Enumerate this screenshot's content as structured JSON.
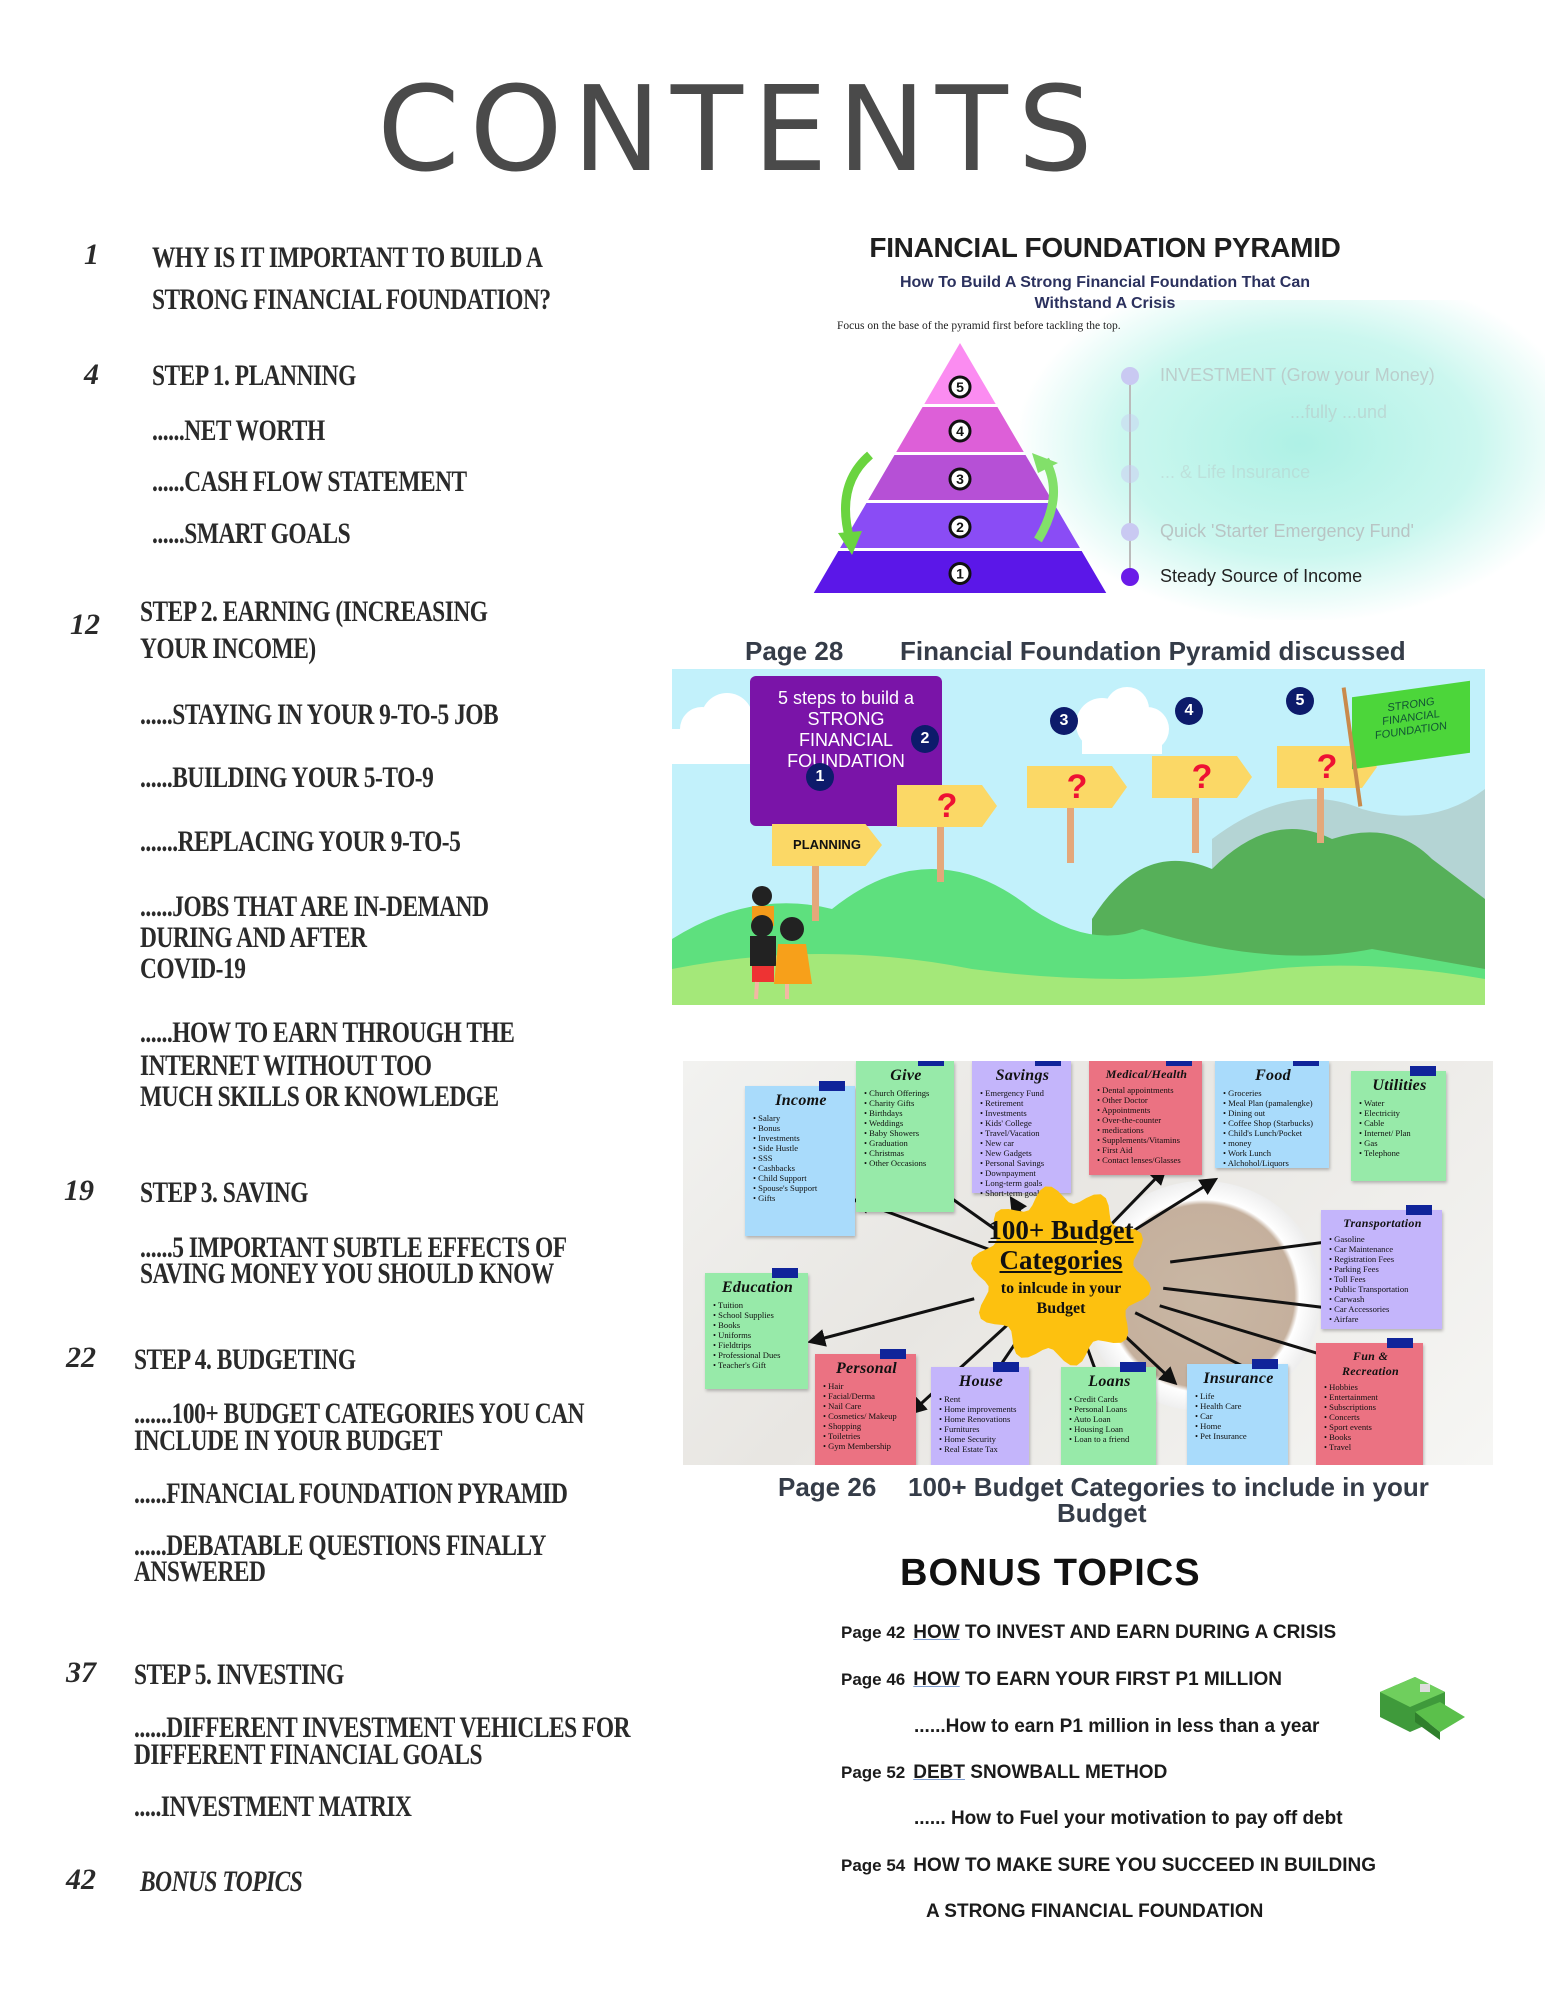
{
  "title": "CONTENTS",
  "toc": [
    {
      "page": "1",
      "lines": [
        "WHY IS IT IMPORTANT TO BUILD A",
        "STRONG FINANCIAL FOUNDATION?"
      ],
      "subs": []
    },
    {
      "page": "4",
      "lines": [
        "STEP 1. PLANNING"
      ],
      "subs": [
        [
          "......NET WORTH"
        ],
        [
          "......CASH FLOW STATEMENT"
        ],
        [
          "......SMART GOALS"
        ]
      ]
    },
    {
      "page": "12",
      "lines": [
        "STEP 2. EARNING  (INCREASING",
        "YOUR INCOME)"
      ],
      "subs": [
        [
          "......STAYING IN YOUR 9-TO-5 JOB"
        ],
        [
          "......BUILDING YOUR 5-TO-9"
        ],
        [
          ".......REPLACING YOUR 9-TO-5"
        ],
        [
          "......JOBS THAT ARE IN-DEMAND",
          "DURING AND AFTER",
          "COVID-19"
        ],
        [
          "......HOW TO EARN THROUGH THE",
          "INTERNET WITHOUT TOO",
          "MUCH SKILLS OR KNOWLEDGE"
        ]
      ]
    },
    {
      "page": "19",
      "lines": [
        "STEP 3. SAVING"
      ],
      "subs": [
        [
          "......5 IMPORTANT SUBTLE EFFECTS OF",
          "SAVING MONEY YOU SHOULD KNOW"
        ]
      ]
    },
    {
      "page": "22",
      "lines": [
        "STEP 4. BUDGETING"
      ],
      "subs": [
        [
          ".......100+ BUDGET CATEGORIES YOU CAN",
          "INCLUDE IN YOUR BUDGET"
        ],
        [
          "......FINANCIAL FOUNDATION PYRAMID"
        ],
        [
          "......DEBATABLE QUESTIONS FINALLY",
          "ANSWERED"
        ]
      ]
    },
    {
      "page": "37",
      "lines": [
        "STEP 5. INVESTING"
      ],
      "subs": [
        [
          "......DIFFERENT INVESTMENT VEHICLES FOR",
          "DIFFERENT FINANCIAL GOALS"
        ],
        [
          ".....INVESTMENT MATRIX"
        ]
      ]
    },
    {
      "page": "42",
      "lines": [
        "BONUS TOPICS"
      ],
      "subs": []
    }
  ],
  "pyramid": {
    "title": "FINANCIAL FOUNDATION PYRAMID",
    "subtitle": "How To Build A Strong Financial Foundation That Can Withstand A Crisis",
    "focus": "Focus on the base of the pyramid first before tackling the top.",
    "levels": [
      "1",
      "2",
      "3",
      "4",
      "5"
    ],
    "legend": [
      "INVESTMENT (Grow your Money)",
      "...fully ...und",
      "... & Life Insurance",
      "Quick 'Starter Emergency Fund'",
      "Steady Source of Income"
    ],
    "colors": {
      "level1": "#5b17e8",
      "level2": "#8a4cf5",
      "level3": "#b650d6",
      "level4": "#dd5fd8",
      "level5": "#fb8cf1"
    }
  },
  "caption28": {
    "page": "Page 28",
    "text": "Financial Foundation Pyramid discussed"
  },
  "illustration": {
    "banner": [
      "5 steps to build a",
      "STRONG",
      "FINANCIAL",
      "FOUNDATION"
    ],
    "steps": [
      "1",
      "2",
      "3",
      "4",
      "5"
    ],
    "first_sign": "PLANNING",
    "unknown_sign": "?",
    "flag": [
      "STRONG",
      "FINANCIAL",
      "FOUNDATION"
    ]
  },
  "budget": {
    "center": [
      "100+ Budget",
      "Categories",
      "to inlcude in your",
      "Budget"
    ],
    "categories": [
      {
        "name": "Income",
        "items": [
          "Salary",
          "Bonus",
          "Investments",
          "Side Hustle",
          "SSS",
          "Cashbacks",
          "Child Support",
          "Spouse's Support",
          "Gifts"
        ]
      },
      {
        "name": "Give",
        "items": [
          "Church Offerings",
          "Charity Gifts",
          "Birthdays",
          "Weddings",
          "Baby Showers",
          "Graduation",
          "Christmas",
          "Other Occasions"
        ]
      },
      {
        "name": "Savings",
        "items": [
          "Emergency Fund",
          "Retirement",
          "Investments",
          "Kids' College",
          "Travel/Vacation",
          "New car",
          "New Gadgets",
          "Personal Savings",
          "Downpayment",
          "Long-term goals",
          "Short-term goals"
        ]
      },
      {
        "name": "Medical/Health",
        "items": [
          "Dental appointments",
          "Other Doctor",
          "Appointments",
          "Over-the-counter",
          "medications",
          "Supplements/Vitamins",
          "First Aid",
          "Contact lenses/Glasses"
        ]
      },
      {
        "name": "Food",
        "items": [
          "Groceries",
          "Meal Plan (pamalengke)",
          "Dining out",
          "Coffee Shop (Starbucks)",
          "Child's Lunch/Pocket",
          "money",
          "Work Lunch",
          "Alchohol/Liquors"
        ]
      },
      {
        "name": "Utilities",
        "items": [
          "Water",
          "Electricity",
          "Cable",
          "Internet/ Plan",
          "Gas",
          "Telephone"
        ]
      },
      {
        "name": "Transportation",
        "items": [
          "Gasoline",
          "Car Maintenance",
          "Registration Fees",
          "Parking Fees",
          "Toll Fees",
          "Public Transportation",
          "Carwash",
          "Car Accessories",
          "Airfare"
        ]
      },
      {
        "name": "Fun & Recreation",
        "items": [
          "Hobbies",
          "Entertainment",
          "Subscriptions",
          "Concerts",
          "Sport events",
          "Books",
          "Travel"
        ]
      },
      {
        "name": "Insurance",
        "items": [
          "Life",
          "Health Care",
          "Car",
          "Home",
          "Pet Insurance"
        ]
      },
      {
        "name": "Loans",
        "items": [
          "Credit Cards",
          "Personal Loans",
          "Auto Loan",
          "Housing Loan",
          "Loan to a friend"
        ]
      },
      {
        "name": "House",
        "items": [
          "Rent",
          "Home improvements",
          "Home Renovations",
          "Furnitures",
          "Home Security",
          "Real Estate Tax"
        ]
      },
      {
        "name": "Personal",
        "items": [
          "Hair",
          "Facial/Derma",
          "Nail Care",
          "Cosmetics/ Makeup",
          "Shopping",
          "Toiletries",
          "Gym Membership"
        ]
      },
      {
        "name": "Education",
        "items": [
          "Tuition",
          "School Supplies",
          "Books",
          "Uniforms",
          "Fieldtrips",
          "Professional Dues",
          "Teacher's Gift"
        ]
      }
    ],
    "colors": {
      "blue": "#a9dbfb",
      "green": "#97eaa9",
      "purple": "#c4b5fb",
      "red": "#eb7282",
      "yellow": "#fdc10f"
    }
  },
  "caption26": {
    "page": "Page 26",
    "text": "100+ Budget Categories to include in your",
    "text2": "Budget"
  },
  "bonus": {
    "heading": "BONUS TOPICS",
    "items": [
      {
        "page": "Page 42",
        "first": "HOW",
        "rest": " TO INVEST AND EARN DURING A CRISIS"
      },
      {
        "page": "Page 46",
        "first": "HOW",
        "rest": " TO EARN YOUR FIRST P1 MILLION"
      },
      {
        "sub": "......How to earn P1 million in less than a year"
      },
      {
        "page": "Page 52",
        "first": "DEBT",
        "rest": " SNOWBALL METHOD"
      },
      {
        "sub": "...... How to Fuel your motivation to pay off debt"
      },
      {
        "page": "Page 54",
        "first": "",
        "rest": "HOW TO MAKE SURE YOU SUCCEED IN BUILDING"
      },
      {
        "sub": "A STRONG FINANCIAL FOUNDATION"
      }
    ]
  }
}
